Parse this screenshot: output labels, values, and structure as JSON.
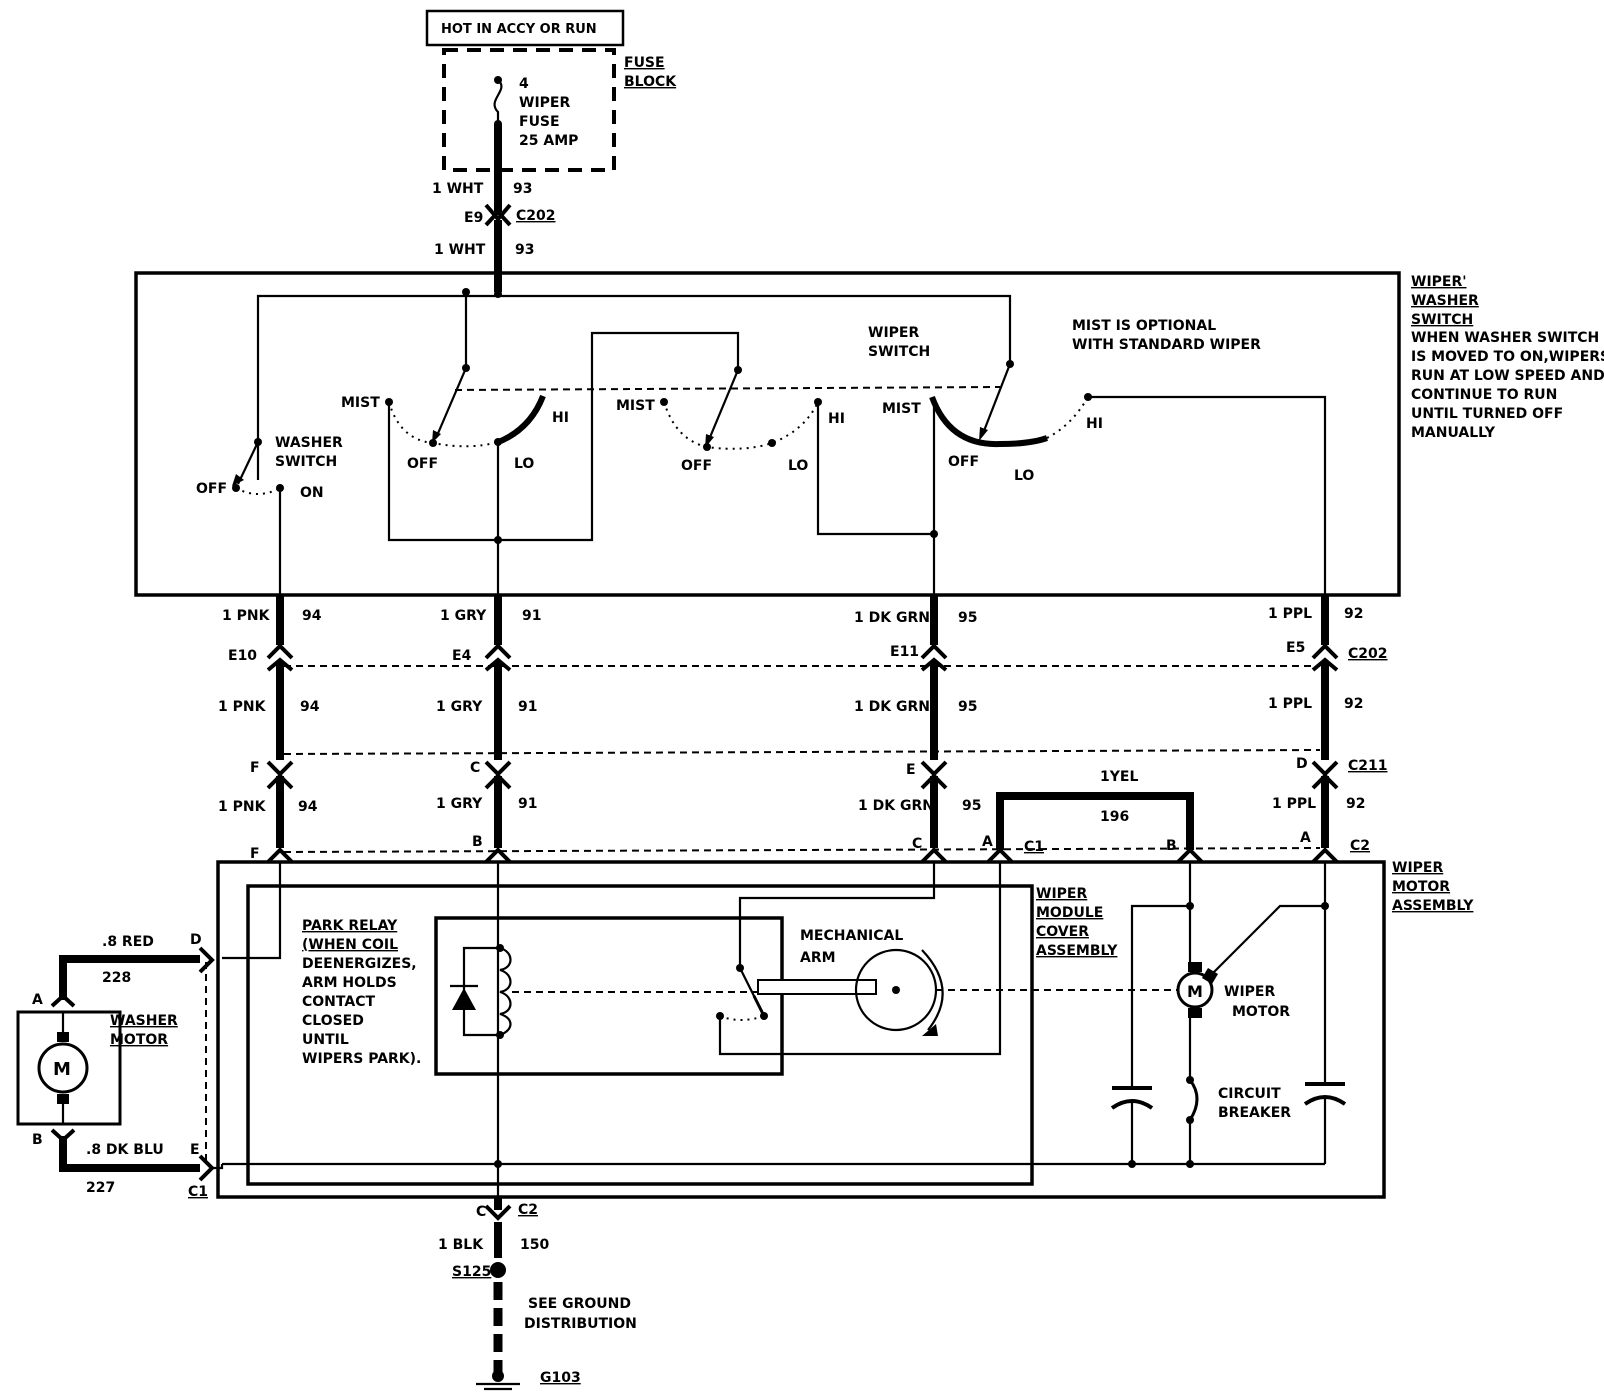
{
  "top_label": "HOT IN ACCY OR RUN",
  "fuse_block": {
    "title_1": "FUSE",
    "title_2": "BLOCK",
    "fuse_no": "4",
    "fuse_name_1": "WIPER",
    "fuse_name_2": "FUSE",
    "rating": "25 AMP"
  },
  "feed": {
    "wire_1": "1 WHT",
    "circuit_1": "93",
    "pin": "E9",
    "connector": "C202",
    "wire_2": "1 WHT",
    "circuit_2": "93"
  },
  "switch_assembly": {
    "title_1": "WIPER'",
    "title_2": "WASHER",
    "title_3": "SWITCH",
    "note_1": "WHEN WASHER SWITCH",
    "note_2": "IS MOVED TO ON,WIPERS",
    "note_3": "RUN AT LOW SPEED AND",
    "note_4": "CONTINUE TO RUN",
    "note_5": "UNTIL TURNED OFF",
    "note_6": "MANUALLY",
    "optional_1": "MIST IS OPTIONAL",
    "optional_2": "WITH STANDARD WIPER",
    "wiper_switch_1": "WIPER",
    "wiper_switch_2": "SWITCH",
    "washer_switch_1": "WASHER",
    "washer_switch_2": "SWITCH",
    "pos_off": "OFF",
    "pos_on": "ON",
    "pos_mist": "MIST",
    "pos_hi": "HI",
    "pos_lo": "LO"
  },
  "circuits": [
    {
      "wire": "1 PNK",
      "num": "94",
      "pin_c202": "E10",
      "pin_c211": "F",
      "pin_motor": "F"
    },
    {
      "wire": "1 GRY",
      "num": "91",
      "pin_c202": "E4",
      "pin_c211": "C",
      "pin_motor": "B"
    },
    {
      "wire": "1 DK GRN",
      "num": "95",
      "pin_c202": "E11",
      "pin_c211": "E",
      "pin_motor": "C"
    },
    {
      "wire": "1 PPL",
      "num": "92",
      "pin_c202": "E5",
      "pin_c211": "D",
      "pin_motor": "A"
    }
  ],
  "connectors": {
    "c202": "C202",
    "c211": "C211",
    "c1": "C1",
    "c2": "C2",
    "pin_a": "A",
    "pin_b": "B",
    "pin_c": "C",
    "pin_d": "D",
    "pin_e": "E"
  },
  "jumper": {
    "wire": "1YEL",
    "num": "196"
  },
  "motor_assembly": {
    "title_1": "WIPER",
    "title_2": "MOTOR",
    "title_3": "ASSEMBLY",
    "cover_1": "WIPER",
    "cover_2": "MODULE",
    "cover_3": "COVER",
    "cover_4": "ASSEMBLY",
    "relay_1": "PARK RELAY",
    "relay_2": "(WHEN COIL",
    "relay_3": "DEENERGIZES,",
    "relay_4": "ARM HOLDS",
    "relay_5": "CONTACT",
    "relay_6": "CLOSED",
    "relay_7": "UNTIL",
    "relay_8": "WIPERS PARK).",
    "arm_1": "MECHANICAL",
    "arm_2": "ARM",
    "motor_1": "WIPER",
    "motor_2": "MOTOR",
    "breaker_1": "CIRCUIT",
    "breaker_2": "BREAKER",
    "motor_symbol": "M"
  },
  "washer_motor": {
    "title_1": "WASHER",
    "title_2": "MOTOR",
    "symbol": "M",
    "pin_a": "A",
    "pin_b": "B",
    "wire_red": ".8 RED",
    "num_red": "228",
    "wire_blu": ".8 DK BLU",
    "num_blu": "227"
  },
  "ground": {
    "pin": "C",
    "wire": "1  BLK",
    "num": "150",
    "splice": "S125",
    "note_1": "SEE GROUND",
    "note_2": "DISTRIBUTION",
    "ground_id": "G103"
  }
}
